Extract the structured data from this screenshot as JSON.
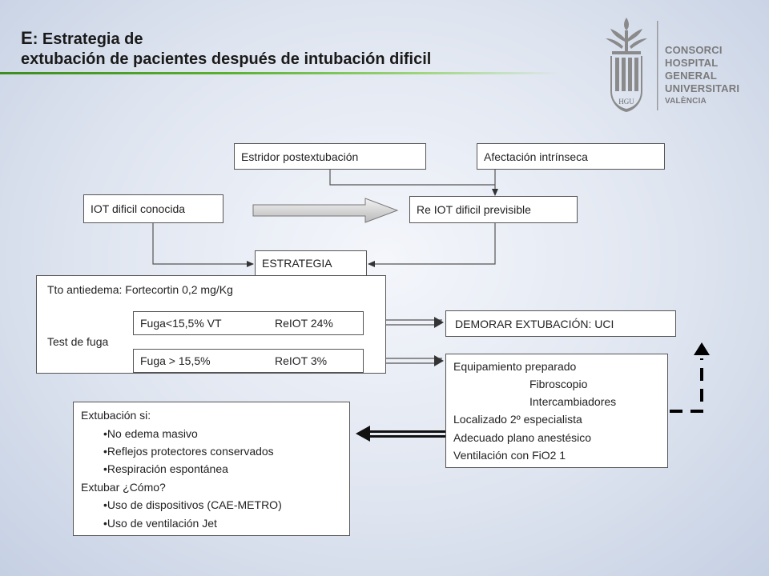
{
  "title": {
    "letter": "E",
    "line1_rest": ": Estrategia de",
    "line2": "extubación de pacientes después de intubación dificil"
  },
  "logo": {
    "lines": [
      "CONSORCI",
      "HOSPITAL GENERAL",
      "UNIVERSITARI"
    ],
    "city": "VALÈNCIA",
    "emblem": "HGU"
  },
  "flow": {
    "estridor": "Estridor postextubación",
    "afectacion": "Afectación intrínseca",
    "iot_conocida": "IOT dificil conocida",
    "reiot_previsible": "Re IOT dificil previsible",
    "estrategia": "ESTRATEGIA",
    "tto": "Tto antiedema: Fortecortin 0,2 mg/Kg",
    "test_fuga": "Test de fuga",
    "fuga_low": "Fuga<15,5% VT",
    "fuga_low_reiot": "ReIOT 24%",
    "fuga_high": "Fuga > 15,5%",
    "fuga_high_reiot": "ReIOT 3%",
    "demorar": "DEMORAR EXTUBACIÓN: UCI",
    "equipamiento": {
      "title": "Equipamiento preparado",
      "items": [
        "Fibroscopio",
        "Intercambiadores"
      ],
      "rest": [
        "Localizado 2º especialista",
        "Adecuado plano anestésico",
        "Ventilación con FiO2 1"
      ]
    },
    "extubacion": {
      "title": "Extubación si:",
      "criteria": [
        "•No edema masivo",
        "•Reflejos protectores conservados",
        "•Respiración espontánea"
      ],
      "como": "Extubar  ¿Cómo?",
      "como_items": [
        "•Uso de dispositivos (CAE-METRO)",
        "•Uso de ventilación Jet"
      ]
    }
  }
}
